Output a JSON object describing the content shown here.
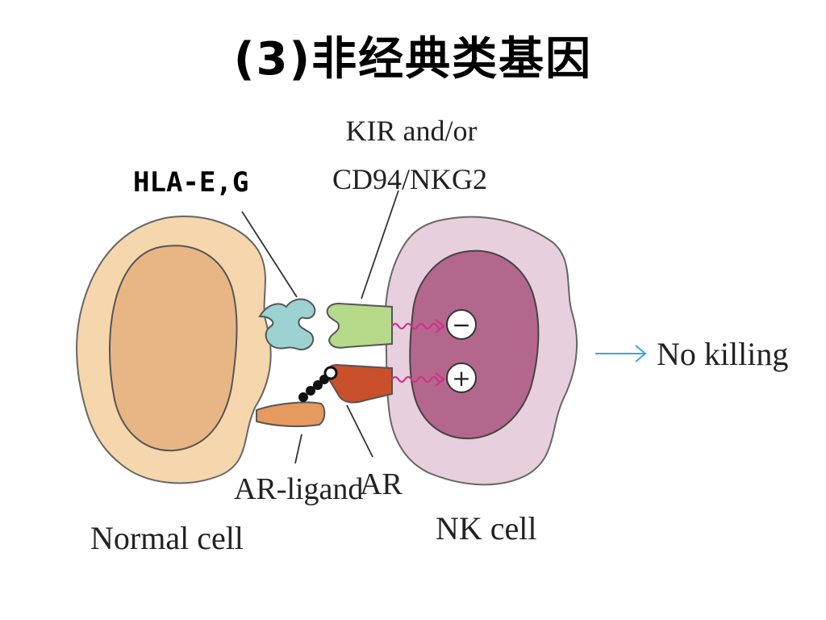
{
  "title": "(3)非经典类基因",
  "labels": {
    "hla": "HLA-E,G",
    "kir_line1": "KIR and/or",
    "kir_line2": "CD94/NKG2",
    "ar_ligand": "AR-ligand",
    "ar": "AR",
    "normal_cell": "Normal cell",
    "nk_cell": "NK cell",
    "no_killing": "No killing",
    "minus": "−",
    "plus": "+"
  },
  "colors": {
    "normal_cell_outer": "#f6d6ac",
    "normal_cell_nucleus": "#e8b685",
    "nk_cell_outer": "#e8cfdd",
    "nk_cell_nucleus": "#b4678c",
    "hla_molecule": "#9cd2d2",
    "kir_receptor": "#b6d98a",
    "ar_receptor": "#c9502a",
    "ar_ligand": "#e59a5f",
    "signal_wave": "#d0338a",
    "arrow": "#3aa6df"
  }
}
